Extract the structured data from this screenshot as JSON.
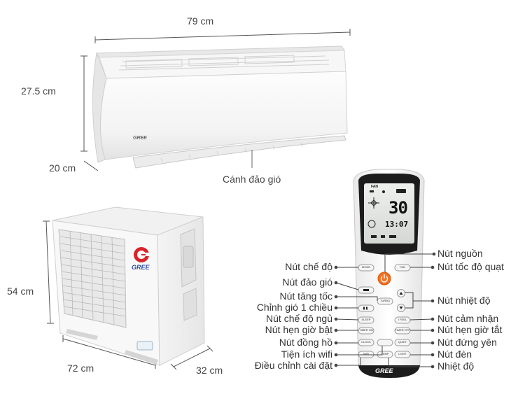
{
  "indoor": {
    "width": "79 cm",
    "height": "27.5 cm",
    "depth": "20 cm",
    "louver_label": "Cánh đảo gió",
    "logo": "GREE"
  },
  "outdoor": {
    "height": "54 cm",
    "width": "72 cm",
    "depth": "32 cm",
    "logo": "GREE"
  },
  "remote": {
    "brand": "GREE",
    "display": {
      "temp": "30",
      "time": "13:07",
      "mode_text": "FAN"
    },
    "buttons": {
      "mode": "MODE",
      "fan": "FAN",
      "turbo": "TURBO",
      "sleep": "SLEEP",
      "ifeel": "I FEEL",
      "timer_on": "TIMER ON",
      "timer_off": "TIMER OFF",
      "clock": "CLOCK",
      "quiet": "QUIET",
      "wifi": "WiFi",
      "temp": "TEMP",
      "light": "LIGHT"
    },
    "labels_left": [
      "Nút chế độ",
      "Nút đảo gió",
      "Nút tăng tốc",
      "Chỉnh gió 1 chiều",
      "Nút chế độ ngủ",
      "Nút hẹn giờ bật",
      "Nút đồng hồ",
      "Tiện ích wifi",
      "Điều chỉnh cài đặt"
    ],
    "labels_right": [
      "Nút nguồn",
      "Nút tốc độ quạt",
      "Nút nhiệt độ",
      "Nút cảm nhận",
      "Nút hẹn giờ tắt",
      "Nút đứng yên",
      "Nút đèn",
      "Nhiệt độ"
    ]
  }
}
